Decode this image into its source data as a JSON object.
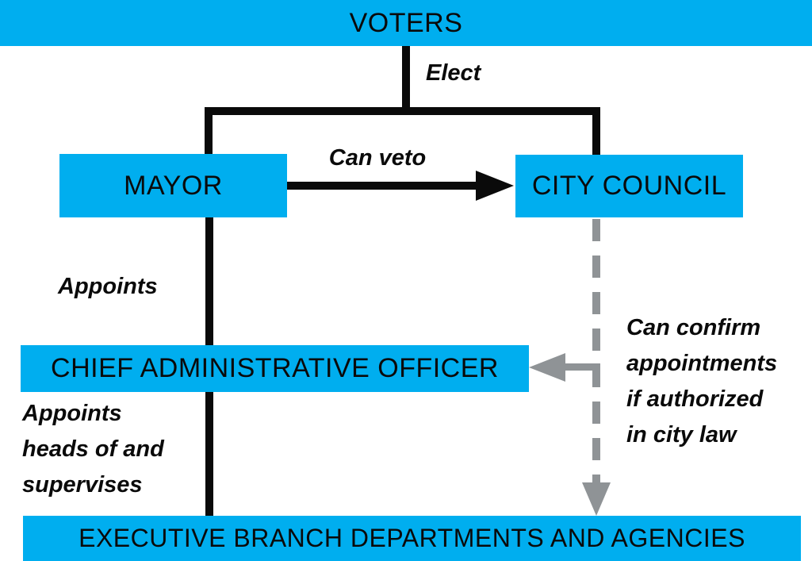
{
  "colors": {
    "cyan": "#00AEEF",
    "black": "#0a0a0a",
    "gray": "#8F9396"
  },
  "nodes": {
    "voters": "VOTERS",
    "mayor": "MAYOR",
    "city_council": "CITY COUNCIL",
    "cao": "CHIEF ADMINISTRATIVE OFFICER",
    "executive": "EXECUTIVE BRANCH DEPARTMENTS AND AGENCIES"
  },
  "labels": {
    "elect": "Elect",
    "can_veto": "Can veto",
    "appoints": "Appoints",
    "appoints_heads": {
      "line1": "Appoints",
      "line2": "heads of and",
      "line3": "supervises"
    },
    "can_confirm": {
      "line1": "Can confirm",
      "line2": "appointments",
      "line3": "if authorized",
      "line4": "in city law"
    }
  }
}
